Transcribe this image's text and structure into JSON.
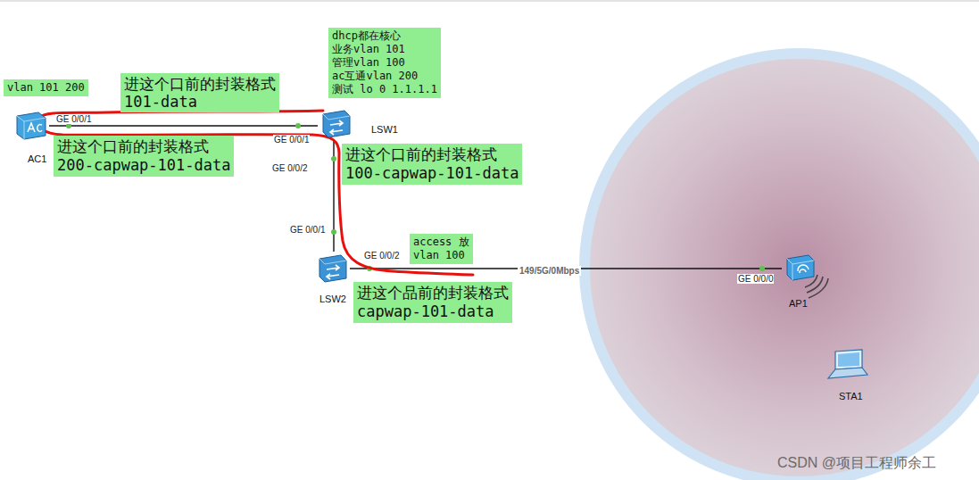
{
  "diagram": {
    "nodes": [
      {
        "text": [
          "dhcp都在核心",
          "业务vlan 101",
          "管理vlan 100",
          "ac互通vlan 200",
          "测试 lo 0 1.1.1.1"
        ]
      },
      {
        "text": [
          "vlan 101 200"
        ]
      },
      {
        "text": [
          "进这个口前的封装格式",
          "101-data"
        ]
      },
      {
        "text": [
          "AC1"
        ]
      },
      {
        "text": [
          "LSW1"
        ]
      },
      {
        "text": [
          "进这个口前的封装格式",
          "200-capwap-101-data"
        ]
      },
      {
        "text": [
          "进这个口前的封装格式",
          "100-capwap-101-data"
        ]
      },
      {
        "text": [
          "LSW2"
        ]
      },
      {
        "text": [
          "access 放",
          "vlan 100"
        ]
      },
      {
        "text": [
          "进这个品前的封装格式",
          "capwap-101-data"
        ]
      },
      {
        "text": [
          "AP1"
        ]
      },
      {
        "text": [
          "STA1"
        ]
      }
    ],
    "edges": [
      {
        "from": 3,
        "to": 4,
        "arrow": "none"
      },
      {
        "from": 4,
        "to": 7,
        "arrow": "none"
      },
      {
        "from": 7,
        "to": 10,
        "label": "149/5G/0Mbps",
        "arrow": "none"
      }
    ],
    "labels": [
      "GE 0/0/1",
      "GE 0/0/1",
      "GE 0/0/2",
      "GE 0/0/1",
      "GE 0/0/2",
      "GE 0/0/0",
      "CSDN @项目工程师余工"
    ]
  }
}
